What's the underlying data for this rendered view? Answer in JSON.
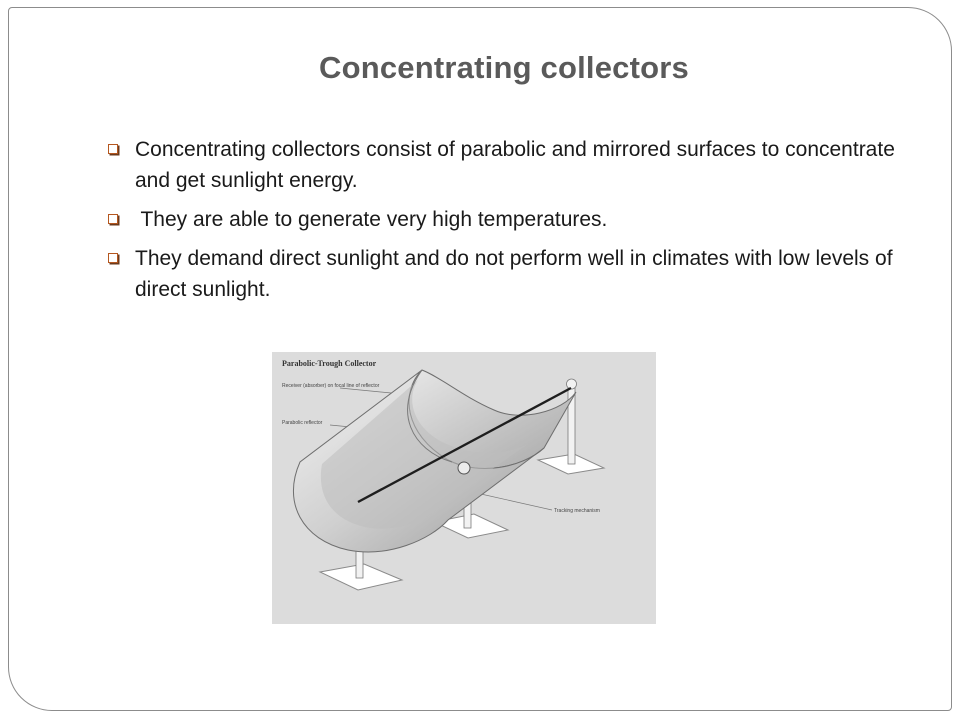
{
  "slide": {
    "title": "Concentrating collectors",
    "bullets": [
      "Concentrating collectors consist of parabolic and mirrored surfaces to concentrate and get sunlight energy.",
      " They are able to generate very high temperatures.",
      "They demand direct sunlight and do not perform well in climates with low levels of direct sunlight."
    ]
  },
  "figure": {
    "caption": "Parabolic-Trough Collector",
    "labels": [
      "Receiver (absorber) on focal line of reflector",
      "Parabolic reflector",
      "Tracking mechanism"
    ]
  },
  "colors": {
    "title": "#5a5a5a",
    "bullet_marker": "#b5571f",
    "frame_border": "#8c8c8c",
    "figure_background": "#dcdcdc"
  }
}
